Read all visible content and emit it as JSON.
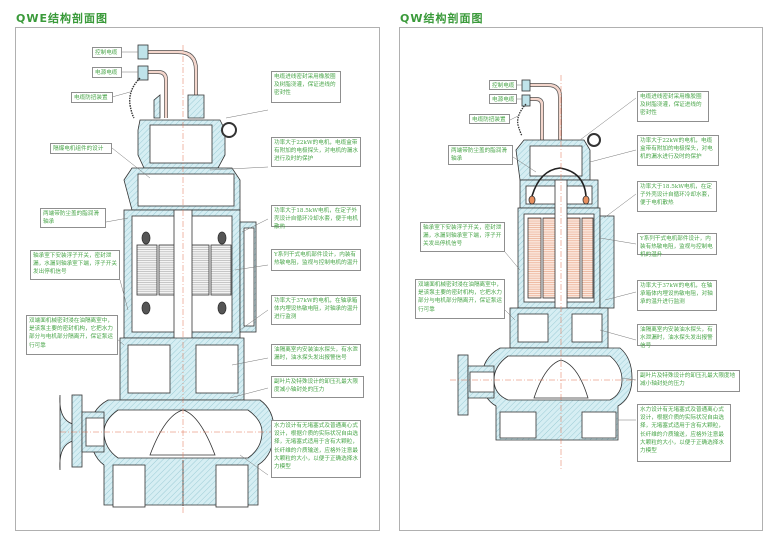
{
  "colors": {
    "title_green": "#3a9a3a",
    "label_green": "#4aa64a",
    "frame_gray": "#b0b0b0",
    "metal_blue": "#d6eef3",
    "outline": "#333333",
    "centerline": "#e07050",
    "winding": "#e8a080"
  },
  "left_panel": {
    "title": "QWE结构剖面图",
    "labels": {
      "control_cable": "控制电缆",
      "power_cable": "电源电缆",
      "cable_anti_twist": "电缆防扭装置",
      "explosion_proof": "隔爆电机组件的设计",
      "bearing_dust": "两端带防尘盖的脂润滑轴承",
      "float_switch": "轴承室下安装浮子开关，密封泄漏，水漏到轴承室下端，浮子开关发出停机信号",
      "mech_seal": "双端面机械密封浸在油隔离室中，是该泵主要的密封机构，它把水力部分与电机部分隔离开，保证泵运行可靠",
      "cable_seal": "电缆进线密封采用橡胶圈及树脂浇灌，保证进线的密封性",
      "cable_probe": "功率大于22kW的电机，电缆盒带有附加的电极探头，对电机的漏水进行及时的保护",
      "cooling_jacket": "功率大于18.5kW电机，在定子外壳设计自循环冷却水套，便于电机散热",
      "dry_motor": "Y系列干式电机部件设计，内装有热敏电阻，监视与控制电机的温升",
      "bearing_temp": "功率大于37kW的电机，在轴承箱体内埋设热敏电阻，对轴承的温升进行监测",
      "oil_probe": "油隔离室内安装油水探头，有水泄漏时，油水探头发出报警信号",
      "impeller": "副叶片及特殊设计的卸压孔最大限度减小轴封处的压力",
      "hydraulic": "水力设计有无堵塞式及普通离心式设计，根据介质的实际状况自由选择，无堵塞式适用于含有大颗粒，长纤维的介质输送，应格外注意最大颗粒的大小，以便于正确选择水力模型"
    }
  },
  "right_panel": {
    "title": "QW结构剖面图",
    "labels": {
      "control_cable": "控制电缆",
      "power_cable": "电源电缆",
      "cable_anti_twist": "电缆防扭装置",
      "bearing_dust": "两端带防尘盖的脂润滑轴承",
      "float_switch": "轴承室下安装浮子开关，密封泄漏，水漏到轴承室下端，浮子开关发出停机信号",
      "mech_seal": "双端面机械密封浸在油隔离室中，是该泵主要的密封机构，它把水力部分与电机部分隔离开，保证泵运行可靠",
      "cable_seal": "电缆进线密封采用橡胶圈及树脂浇灌，保证进线的密封性",
      "cable_probe": "功率大于22kW的电机，电缆盒带有附加的电极探头，对电机的漏水进行及时的保护",
      "cooling_jacket": "功率大于18.5kW电机，在定子外壳设计自循环冷却水套，便于电机散热",
      "dry_motor": "Y系列干式电机部件设计，内装有热敏电阻，监视与控制电机的温升",
      "bearing_temp": "功率大于37kW的电机，在轴承箱体内埋设热敏电阻，对轴承的温升进行监测",
      "oil_probe": "油隔离室内安装油水探头，有水泄漏时，油水探头发出报警信号",
      "impeller": "副叶片及特殊设计的卸压孔最大限度地减小轴封处的压力",
      "hydraulic": "水力设计有无堵塞式及普通离心式设计，根据介质的实际状况自由选择，无堵塞式适用于含有大颗粒，长纤维的介质输送，应格外注意最大颗粒的大小，以便于正确选择水力模型"
    }
  }
}
